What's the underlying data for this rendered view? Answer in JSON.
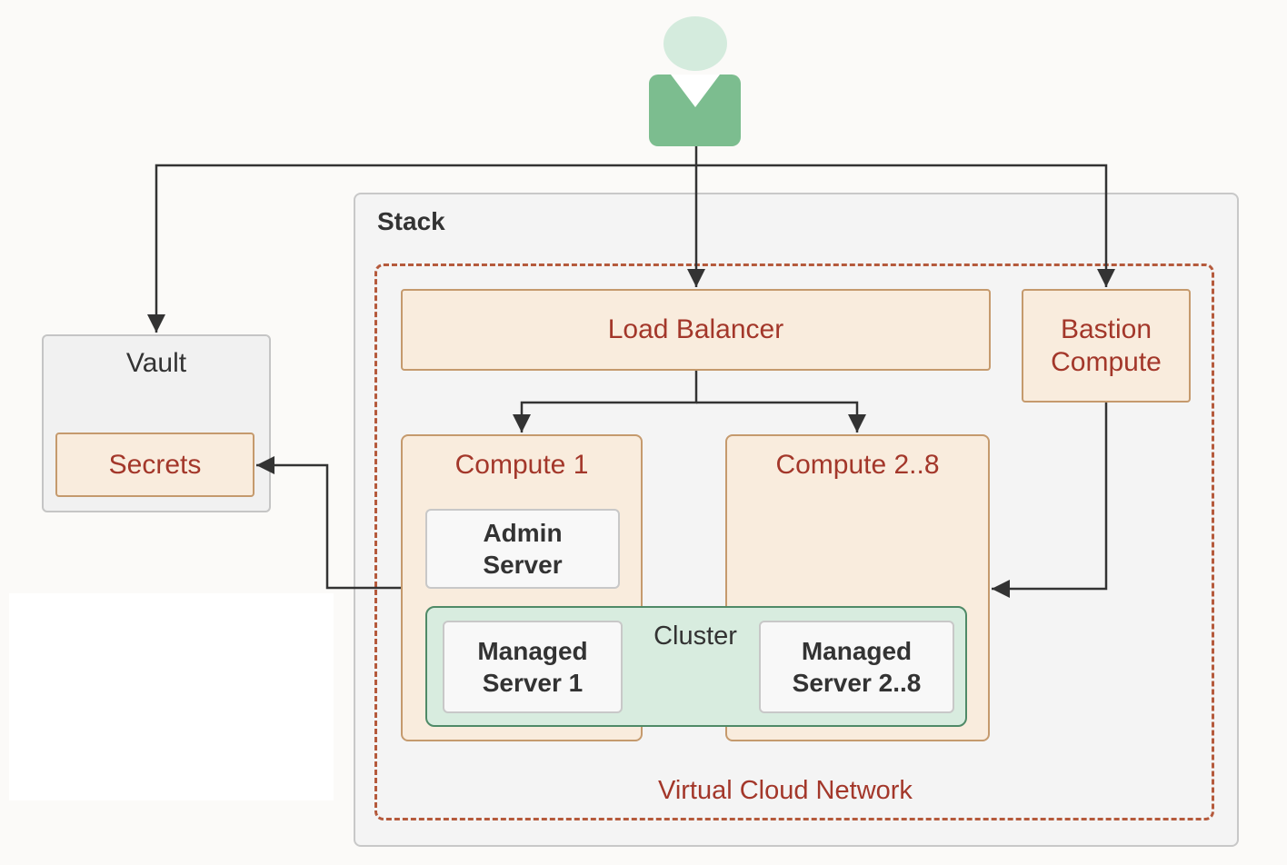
{
  "stack": {
    "label": "Stack"
  },
  "vcn": {
    "label": "Virtual Cloud Network"
  },
  "vault": {
    "label": "Vault",
    "secrets": "Secrets"
  },
  "load_balancer": {
    "label": "Load Balancer"
  },
  "bastion": {
    "line1": "Bastion",
    "line2": "Compute"
  },
  "compute1": {
    "label": "Compute 1",
    "admin_line1": "Admin",
    "admin_line2": "Server"
  },
  "compute2": {
    "label": "Compute 2..8"
  },
  "cluster": {
    "label": "Cluster",
    "managed1_line1": "Managed",
    "managed1_line2": "Server 1",
    "managed2_line1": "Managed",
    "managed2_line2": "Server 2..8"
  },
  "colors": {
    "accent_red": "#a3372a",
    "user_green": "#7cbd8f",
    "cluster_green": "#d8ecdf"
  },
  "icons": {
    "user": "user-icon"
  }
}
